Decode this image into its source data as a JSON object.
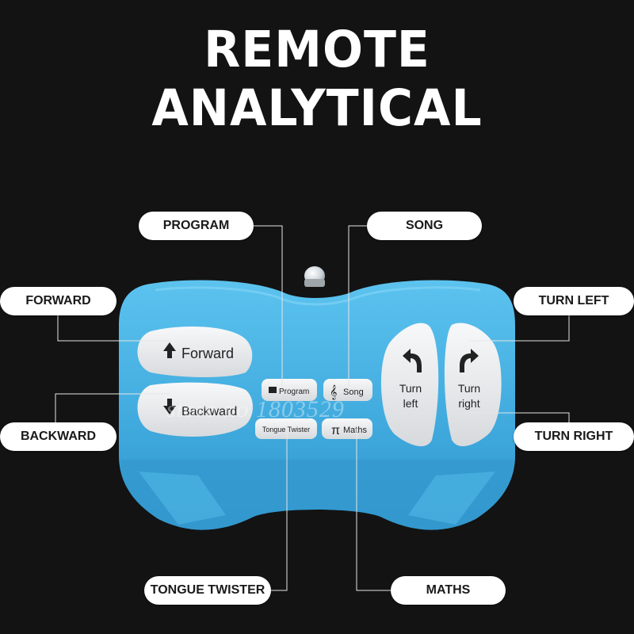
{
  "title": {
    "line1": "REMOTE",
    "line2": "ANALYTICAL"
  },
  "callouts": {
    "program": "PROGRAM",
    "song": "SONG",
    "forward": "FORWARD",
    "turn_left": "TURN LEFT",
    "backward": "BACKWARD",
    "turn_right": "TURN RIGHT",
    "tongue_twister": "TONGUE TWISTER",
    "maths": "MATHS"
  },
  "remote": {
    "forward": "Forward",
    "backward": "Backward",
    "program": "Program",
    "song": "Song",
    "tongue_twister": "Tongue Twister",
    "maths": "Maths",
    "turn_left_1": "Turn",
    "turn_left_2": "left",
    "turn_right_1": "Turn",
    "turn_right_2": "right",
    "pi_glyph": "π"
  },
  "watermark": "store no 1803529",
  "colors": {
    "background": "#131313",
    "remote_body": "#45b4e6",
    "remote_dark": "#2c8fc4",
    "button": "#eceef0",
    "callout": "#ffffff",
    "line": "#e6e6e6"
  }
}
